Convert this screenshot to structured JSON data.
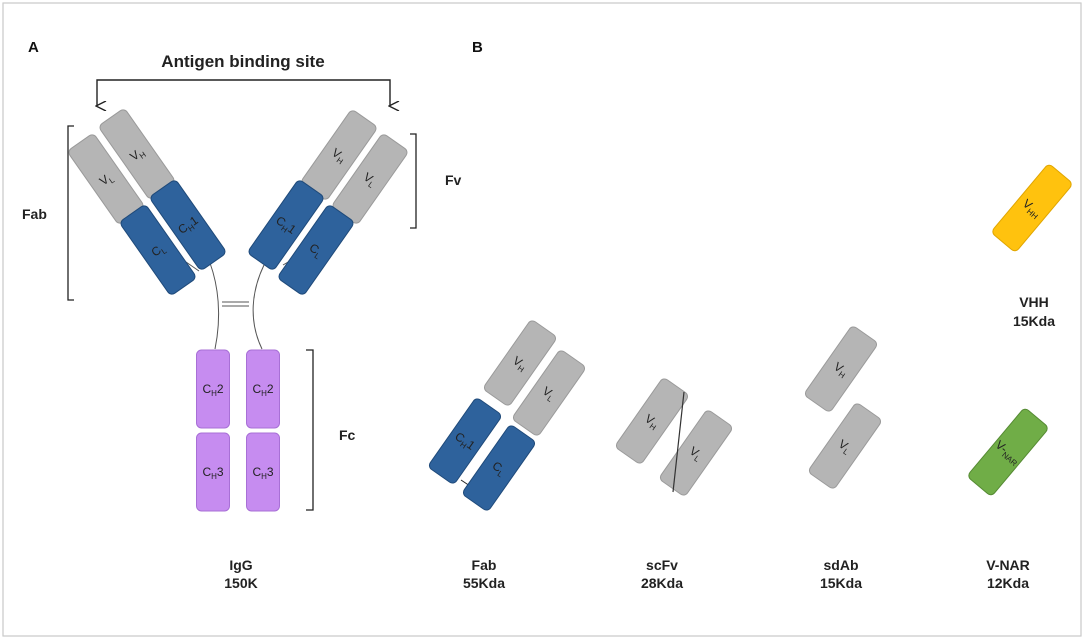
{
  "panels": {
    "a": "A",
    "b": "B"
  },
  "antigen_title": "Antigen binding site",
  "brackets": {
    "fab": "Fab",
    "fv": "Fv",
    "fc": "Fc"
  },
  "igg": {
    "vl_left": {
      "main": "V",
      "sub": "L",
      "tail": ""
    },
    "vh_left": {
      "main": "V",
      "sub": "H",
      "tail": ""
    },
    "cl_left": {
      "main": "C",
      "sub": "L",
      "tail": ""
    },
    "ch1_left": {
      "main": "C",
      "sub": "H",
      "tail": "1"
    },
    "vh_right": {
      "main": "V",
      "sub": "H",
      "tail": ""
    },
    "vl_right": {
      "main": "V",
      "sub": "L",
      "tail": ""
    },
    "ch1_right": {
      "main": "C",
      "sub": "H",
      "tail": "1"
    },
    "cl_right": {
      "main": "C",
      "sub": "L",
      "tail": ""
    },
    "ch2_left": {
      "main": "C",
      "sub": "H",
      "tail": "2"
    },
    "ch2_right": {
      "main": "C",
      "sub": "H",
      "tail": "2"
    },
    "ch3_left": {
      "main": "C",
      "sub": "H",
      "tail": "3"
    },
    "ch3_right": {
      "main": "C",
      "sub": "H",
      "tail": "3"
    }
  },
  "fab_fragment": {
    "vh": {
      "main": "V",
      "sub": "H",
      "tail": ""
    },
    "vl": {
      "main": "V",
      "sub": "L",
      "tail": ""
    },
    "ch1": {
      "main": "C",
      "sub": "H",
      "tail": "1"
    },
    "cl": {
      "main": "C",
      "sub": "L",
      "tail": ""
    }
  },
  "scfv": {
    "vh": {
      "main": "V",
      "sub": "H",
      "tail": ""
    },
    "vl": {
      "main": "V",
      "sub": "L",
      "tail": ""
    }
  },
  "sdab": {
    "vh": {
      "main": "V",
      "sub": "H",
      "tail": ""
    },
    "vl": {
      "main": "V",
      "sub": "L",
      "tail": ""
    }
  },
  "vhh": {
    "domain": {
      "main": "V",
      "sub": "HH",
      "tail": ""
    }
  },
  "vnar": {
    "domain": {
      "main": "V-",
      "sub": "NAR",
      "tail": ""
    }
  },
  "captions": {
    "igg": [
      "IgG",
      "150K"
    ],
    "fab": [
      "Fab",
      "55Kda"
    ],
    "scfv": [
      "scFv",
      "28Kda"
    ],
    "sdab": [
      "sdAb",
      "15Kda"
    ],
    "vnar": [
      "V-NAR",
      "12Kda"
    ],
    "vhh": [
      "VHH",
      "15Kda"
    ]
  },
  "colors": {
    "variable": "#b5b5b5",
    "variable_stroke": "#9a9a9a",
    "constant": "#2e629c",
    "constant_stroke": "#1f4a7a",
    "fc": "#c68cf0",
    "fc_stroke": "#a870d6",
    "vhh": "#ffc20e",
    "vhh_stroke": "#e0a500",
    "vnar": "#70ad47",
    "vnar_stroke": "#558a33"
  }
}
